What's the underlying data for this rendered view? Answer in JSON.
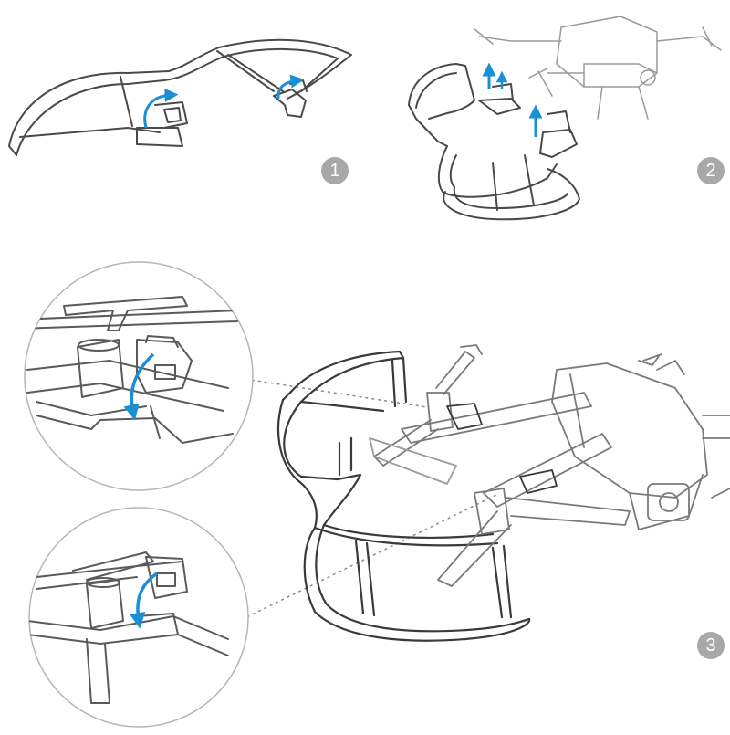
{
  "steps": [
    {
      "id": "1",
      "label": "1"
    },
    {
      "id": "2",
      "label": "2"
    },
    {
      "id": "3",
      "label": "3"
    }
  ],
  "colors": {
    "line": "#4a4a4a",
    "light_line": "#9a9a9a",
    "arrow": "#1a8fd6",
    "badge": "#a8a8a8",
    "callout_border": "#b5b5b5"
  },
  "icons": {
    "arrow": "curved-arrow-icon",
    "up_arrow": "up-arrow-icon"
  }
}
